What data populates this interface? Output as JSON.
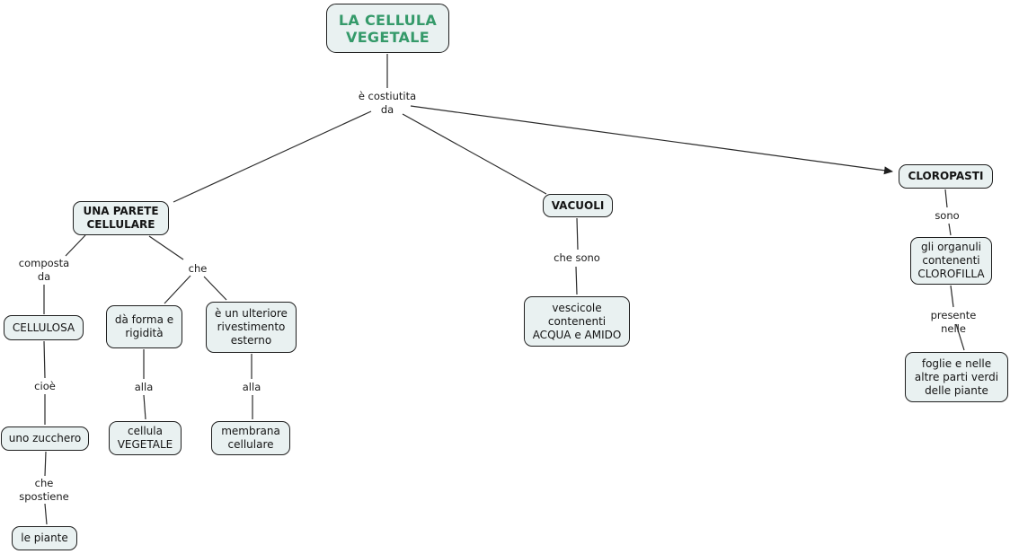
{
  "map_type": "concept-map",
  "colors": {
    "background": "#ffffff",
    "node_fill": "#e9f1f1",
    "node_border": "#1f1f1f",
    "title_text": "#359a6a",
    "text": "#141414",
    "line": "#2b2b2b"
  },
  "nodes": {
    "root": "LA CELLULA\nVEGETALE",
    "parete": "UNA PARETE\nCELLULARE",
    "vacuoli": "VACUOLI",
    "cloropasti": "CLOROPASTI",
    "cellulosa": "CELLULOSA",
    "da_forma": "dà forma e\nrigidità",
    "ulteriore": "è un ulteriore\nrivestimento\nesterno",
    "uno_zucchero": "uno zucchero",
    "le_piante": "le piante",
    "cellula_vegetale": "cellula\nVEGETALE",
    "membrana": "membrana\ncellulare",
    "vescicole": "vescicole\ncontenenti\nACQUA e AMIDO",
    "organuli": "gli organuli\ncontenenti\nCLOROFILLA",
    "foglie": "foglie e nelle\naltre parti verdi\ndelle piante"
  },
  "edge_labels": {
    "e_costiutita_da": "è costiutita\nda",
    "composta_da": "composta\nda",
    "che": "che",
    "cioe": "cioè",
    "alla_1": "alla",
    "alla_2": "alla",
    "che_spostiene": "che\nspostiene",
    "che_sono": "che sono",
    "sono": "sono",
    "presente_nelle": "presente nelle"
  },
  "edges": [
    {
      "from": "root",
      "label": "e_costiutita_da",
      "to": "parete"
    },
    {
      "from": "root",
      "label": "e_costiutita_da",
      "to": "vacuoli"
    },
    {
      "from": "root",
      "label": "e_costiutita_da",
      "to": "cloropasti",
      "arrow": true
    },
    {
      "from": "parete",
      "label": "composta_da",
      "to": "cellulosa"
    },
    {
      "from": "parete",
      "label": "che",
      "to": "da_forma"
    },
    {
      "from": "parete",
      "label": "che",
      "to": "ulteriore"
    },
    {
      "from": "cellulosa",
      "label": "cioe",
      "to": "uno_zucchero"
    },
    {
      "from": "uno_zucchero",
      "label": "che_spostiene",
      "to": "le_piante"
    },
    {
      "from": "da_forma",
      "label": "alla_1",
      "to": "cellula_vegetale"
    },
    {
      "from": "ulteriore",
      "label": "alla_2",
      "to": "membrana"
    },
    {
      "from": "vacuoli",
      "label": "che_sono",
      "to": "vescicole"
    },
    {
      "from": "cloropasti",
      "label": "sono",
      "to": "organuli"
    },
    {
      "from": "organuli",
      "label": "presente_nelle",
      "to": "foglie"
    }
  ]
}
